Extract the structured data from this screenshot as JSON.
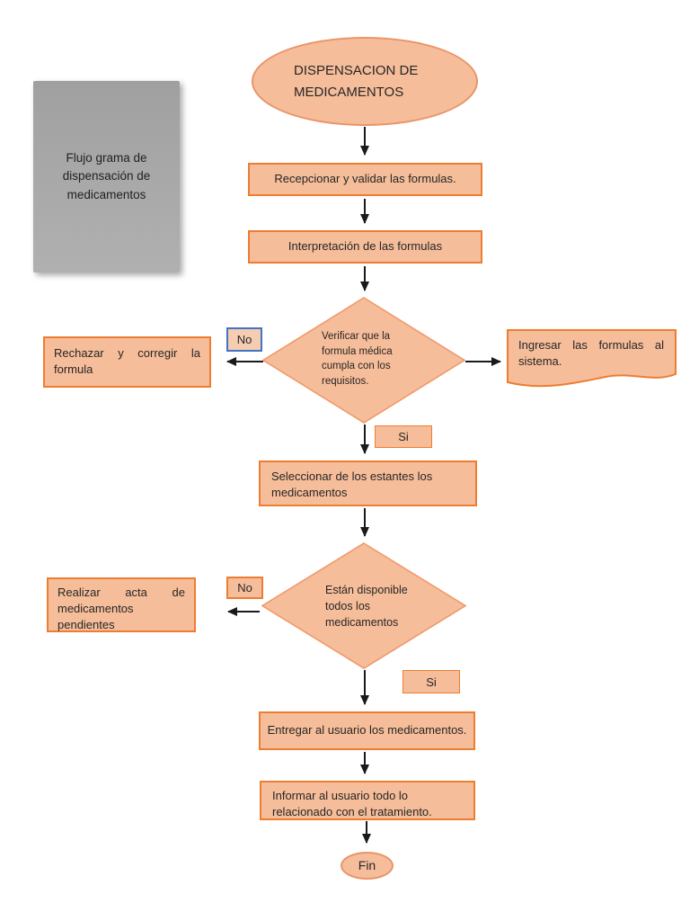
{
  "title_note": {
    "text": "Flujo grama de dispensación de medicamentos"
  },
  "flowchart": {
    "start": "DISPENSACION DE MEDICAMENTOS",
    "steps": {
      "recepcionar": "Recepcionar y validar las formulas.",
      "interpretacion": "Interpretación de las formulas",
      "rechazar": "Rechazar y corregir la formula",
      "ingresar": "Ingresar las formulas al sistema.",
      "seleccionar": "Seleccionar de los estantes los medicamentos",
      "realizar": "Realizar acta de medicamentos pendientes",
      "entregar": "Entregar al usuario los medicamentos.",
      "informar": "Informar al usuario todo lo relacionado con el tratamiento."
    },
    "decisions": {
      "verificar": "Verificar que la formula médica cumpla con los requisitos.",
      "disponible": "Están disponible todos los medicamentos"
    },
    "labels": {
      "no1": "No",
      "si1": "Si",
      "no2": "No",
      "si2": "Si"
    },
    "end": "Fin"
  },
  "colors": {
    "shape_fill": "#f6bd9a",
    "shape_border": "#ed7d31",
    "diamond_border": "#f0996b",
    "no1_border": "#4472c4",
    "note_fill": "#a6a6a6",
    "arrow": "#1a1a1a"
  }
}
